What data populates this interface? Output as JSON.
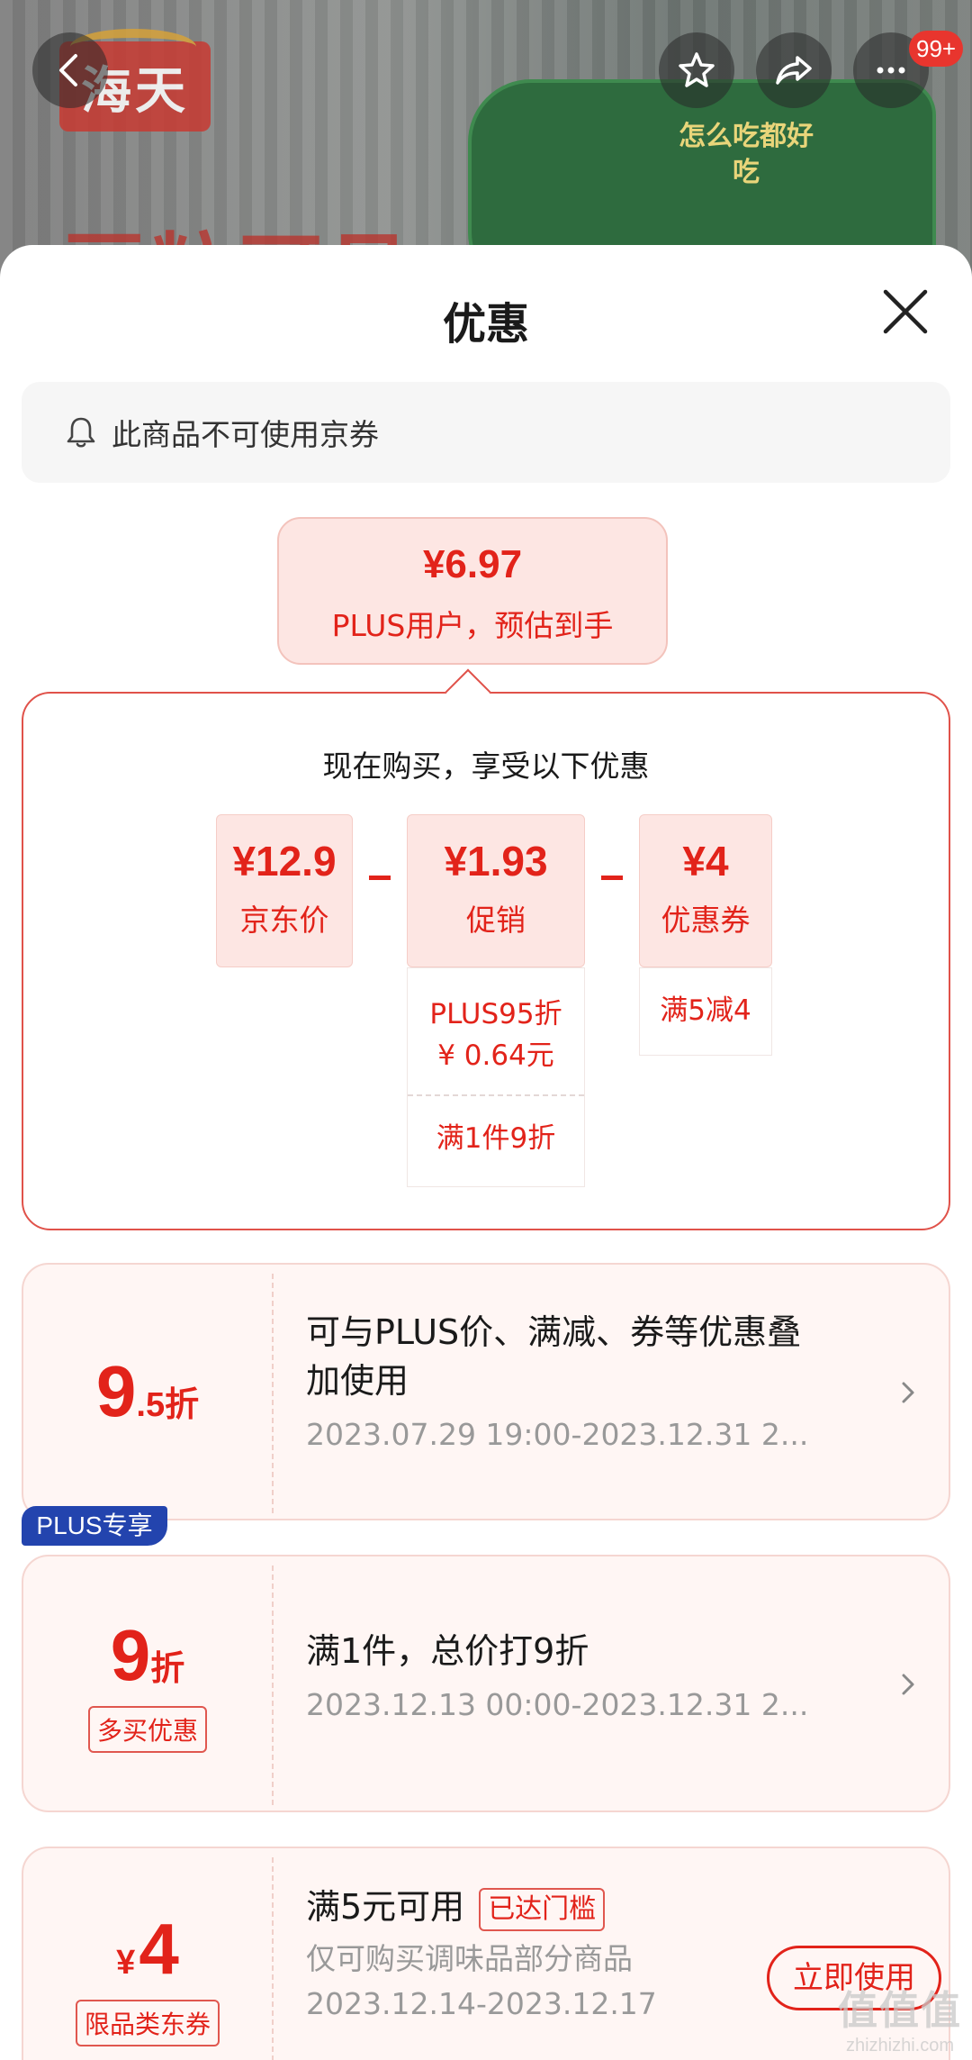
{
  "header": {
    "brand": "海天",
    "headline": "豆粒可见",
    "product_label": "怎么吃都好吃",
    "badge": "99+"
  },
  "sheet": {
    "title": "优惠",
    "notice": "此商品不可使用京券"
  },
  "estimate": {
    "price": "¥6.97",
    "label": "PLUS用户，预估到手"
  },
  "breakdown": {
    "title": "现在购买，享受以下优惠",
    "base": {
      "amount": "¥12.9",
      "label": "京东价"
    },
    "promo": {
      "amount": "¥1.93",
      "label": "促销",
      "details": [
        "PLUS95折\n¥ 0.64元",
        "满1件9折"
      ]
    },
    "coupon": {
      "amount": "¥4",
      "label": "优惠券",
      "details": [
        "满5减4"
      ]
    }
  },
  "offers": [
    {
      "tag": "PLUS专享",
      "num": "9",
      "suffix": ".5折",
      "title": "可与PLUS价、满减、券等优惠叠加使用",
      "period": "2023.07.29 19:00-2023.12.31 2..."
    },
    {
      "num": "9",
      "suffix": "折",
      "label": "多买优惠",
      "title": "满1件，总价打9折",
      "period": "2023.12.13 00:00-2023.12.31 2..."
    },
    {
      "currency": "¥",
      "num": "4",
      "label": "限品类东券",
      "title": "满5元可用",
      "status": "已达门槛",
      "scope": "仅可购买调味品部分商品",
      "period": "2023.12.14-2023.12.17",
      "action": "立即使用"
    }
  ],
  "watermark": {
    "main": "值值值",
    "sub": "zhizhizhi.com"
  },
  "colors": {
    "accent": "#e2231a",
    "plus_blue": "#2344ae",
    "card_bg": "#fff6f4"
  }
}
